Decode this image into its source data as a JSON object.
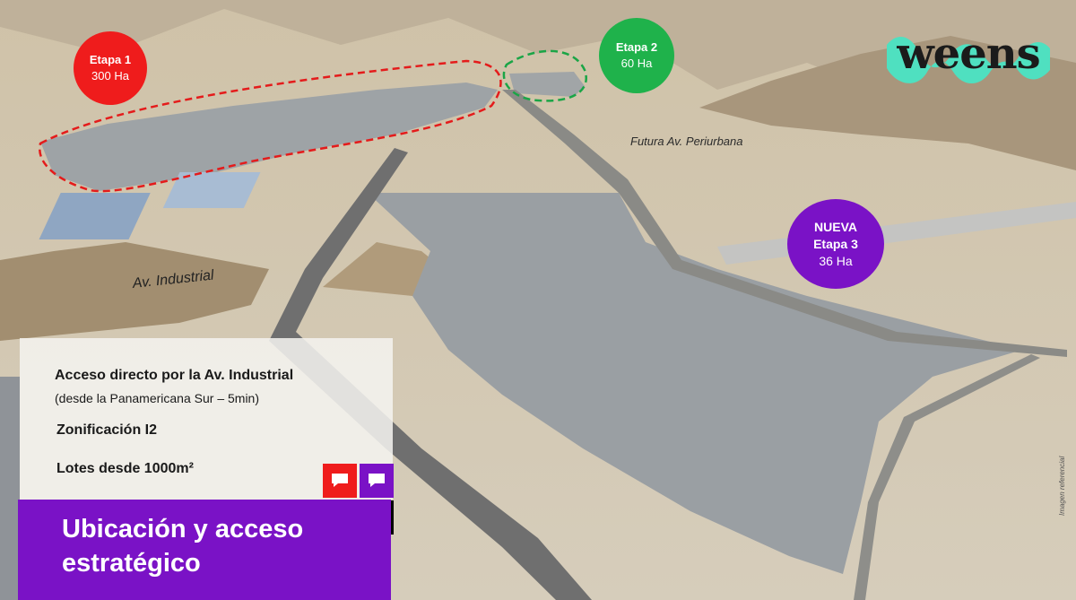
{
  "colors": {
    "stage1": "#ef1c1c",
    "stage2": "#1fb24b",
    "stage3": "#7a12c6",
    "brand_purple": "#7a12c6",
    "logo_mint": "#4fe0c0"
  },
  "stages": {
    "stage1": {
      "name": "Etapa 1",
      "area": "300 Ha"
    },
    "stage2": {
      "name": "Etapa 2",
      "area": "60 Ha"
    },
    "stage3": {
      "tag": "NUEVA",
      "name": "Etapa 3",
      "area": "36 Ha"
    }
  },
  "roads": {
    "periurbana": "Futura Av. Periurbana",
    "industrial": "Av. Industrial"
  },
  "logo": {
    "text": "weens"
  },
  "info": {
    "access": "Acceso directo por la Av. Industrial",
    "access_detail": "(desde la Panamericana Sur – 5min)",
    "zoning": "Zonificación I2",
    "lots": "Lotes desde 1000m²"
  },
  "title": "Ubicación y acceso estratégico",
  "disclaimer": "Imagen referencial",
  "icons": [
    "chat-bubble-icon",
    "chat-bubble-icon",
    "chat-bubble-icon"
  ]
}
